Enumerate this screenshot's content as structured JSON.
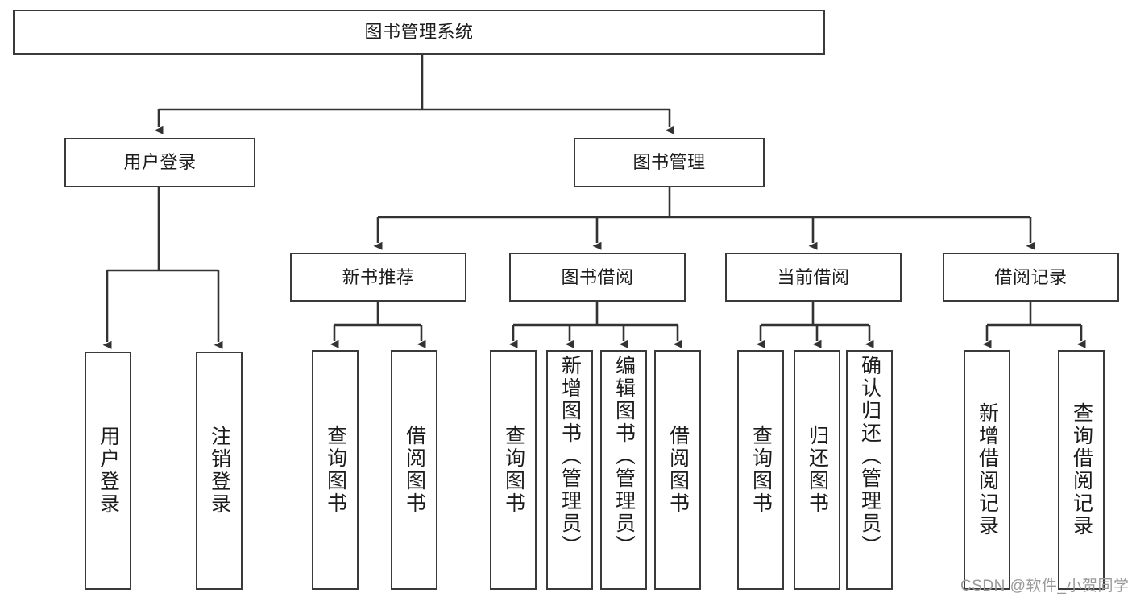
{
  "diagram": {
    "type": "tree-hierarchy",
    "title": "图书管理系统",
    "colors": {
      "box_border": "#3a3a3a",
      "box_fill": "#ffffff",
      "edge": "#333333",
      "text": "#1c1c1c",
      "watermark": "#9a9a9a",
      "background": "#ffffff"
    },
    "watermark": "CSDN @软件_小贺同学",
    "nodes": {
      "root": {
        "label": "图书管理系统"
      },
      "level2": [
        {
          "id": "user-login",
          "label": "用户登录"
        },
        {
          "id": "book-manage",
          "label": "图书管理"
        }
      ],
      "level3": [
        {
          "id": "new-book-rec",
          "label": "新书推荐"
        },
        {
          "id": "book-borrow",
          "label": "图书借阅"
        },
        {
          "id": "current-borrow",
          "label": "当前借阅"
        },
        {
          "id": "borrow-record",
          "label": "借阅记录"
        }
      ],
      "leaves": {
        "user-login": [
          {
            "id": "leaf-user-login",
            "label": "用户登录"
          },
          {
            "id": "leaf-logout",
            "label": "注销登录"
          }
        ],
        "new-book-rec": [
          {
            "id": "leaf-query-book-1",
            "label": "查询图书"
          },
          {
            "id": "leaf-borrow-book-1",
            "label": "借阅图书"
          }
        ],
        "book-borrow": [
          {
            "id": "leaf-query-book-2",
            "label": "查询图书"
          },
          {
            "id": "leaf-add-book",
            "label": "新增图书（管理员）"
          },
          {
            "id": "leaf-edit-book",
            "label": "编辑图书（管理员）"
          },
          {
            "id": "leaf-borrow-book-2",
            "label": "借阅图书"
          }
        ],
        "current-borrow": [
          {
            "id": "leaf-query-book-3",
            "label": "查询图书"
          },
          {
            "id": "leaf-return-book",
            "label": "归还图书"
          },
          {
            "id": "leaf-confirm-return",
            "label": "确认归还（管理员）"
          }
        ],
        "borrow-record": [
          {
            "id": "leaf-add-record",
            "label": "新增借阅记录"
          },
          {
            "id": "leaf-query-record",
            "label": "查询借阅记录"
          }
        ]
      }
    }
  }
}
